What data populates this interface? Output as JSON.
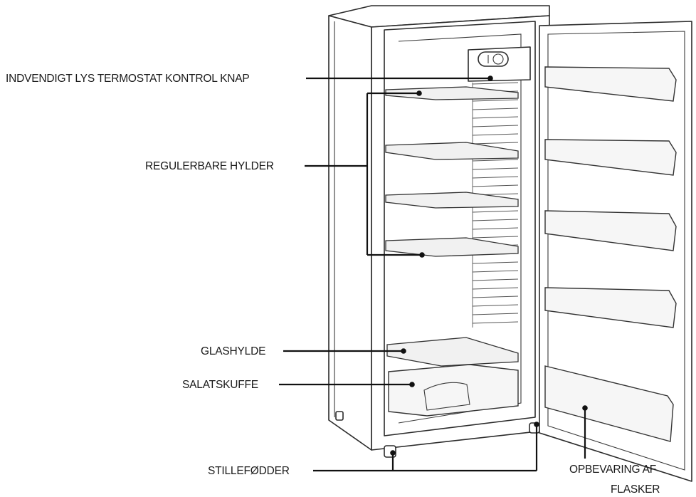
{
  "labels": {
    "light_thermostat": "INDVENDIGT LYS TERMOSTAT KONTROL KNAP",
    "adjustable_shelves": "REGULERBARE HYLDER",
    "glass_shelf": "GLASHYLDE",
    "crisper": "SALATSKUFFE",
    "feet": "STILLEFØDDER",
    "bottle_storage_line1": "OPBEVARING AF",
    "bottle_storage_line2": "FLASKER"
  },
  "colors": {
    "line": "#111111",
    "outline": "#2b2b2b",
    "text": "#1a1a1a"
  }
}
